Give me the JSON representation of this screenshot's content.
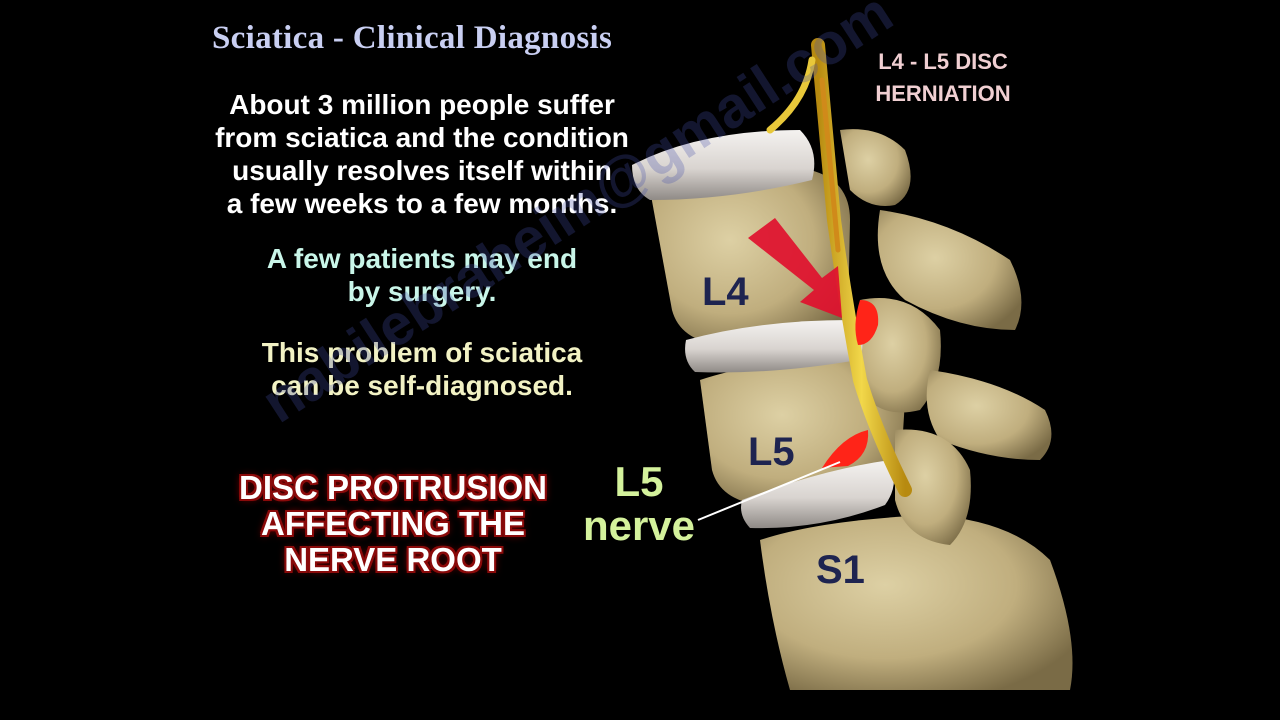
{
  "slide": {
    "title": "Sciatica - Clinical Diagnosis",
    "paragraph_1": [
      "About 3 million people suffer",
      "from sciatica and the condition",
      "usually resolves itself within",
      "a few weeks to a few months."
    ],
    "paragraph_2": [
      "A few patients may end",
      "by surgery."
    ],
    "paragraph_3": [
      "This problem of sciatica",
      "can be self-diagnosed."
    ],
    "disc_label": [
      "DISC PROTRUSION",
      "AFFECTING THE",
      "NERVE ROOT"
    ],
    "nerve_label": [
      "L5",
      "nerve"
    ],
    "herniation_label": [
      "L4 - L5 DISC",
      "HERNIATION"
    ],
    "watermark": "nabilebraheim@gmail.com"
  },
  "illustration": {
    "vertebra_labels": {
      "l4": "L4",
      "l5": "L5",
      "s1": "S1"
    },
    "colors": {
      "bone": "#c8b88c",
      "disc": "#e4e0dc",
      "nerve": "#e8c83a",
      "herniation": "#ff1a10",
      "arrow": "#e0102e"
    }
  }
}
